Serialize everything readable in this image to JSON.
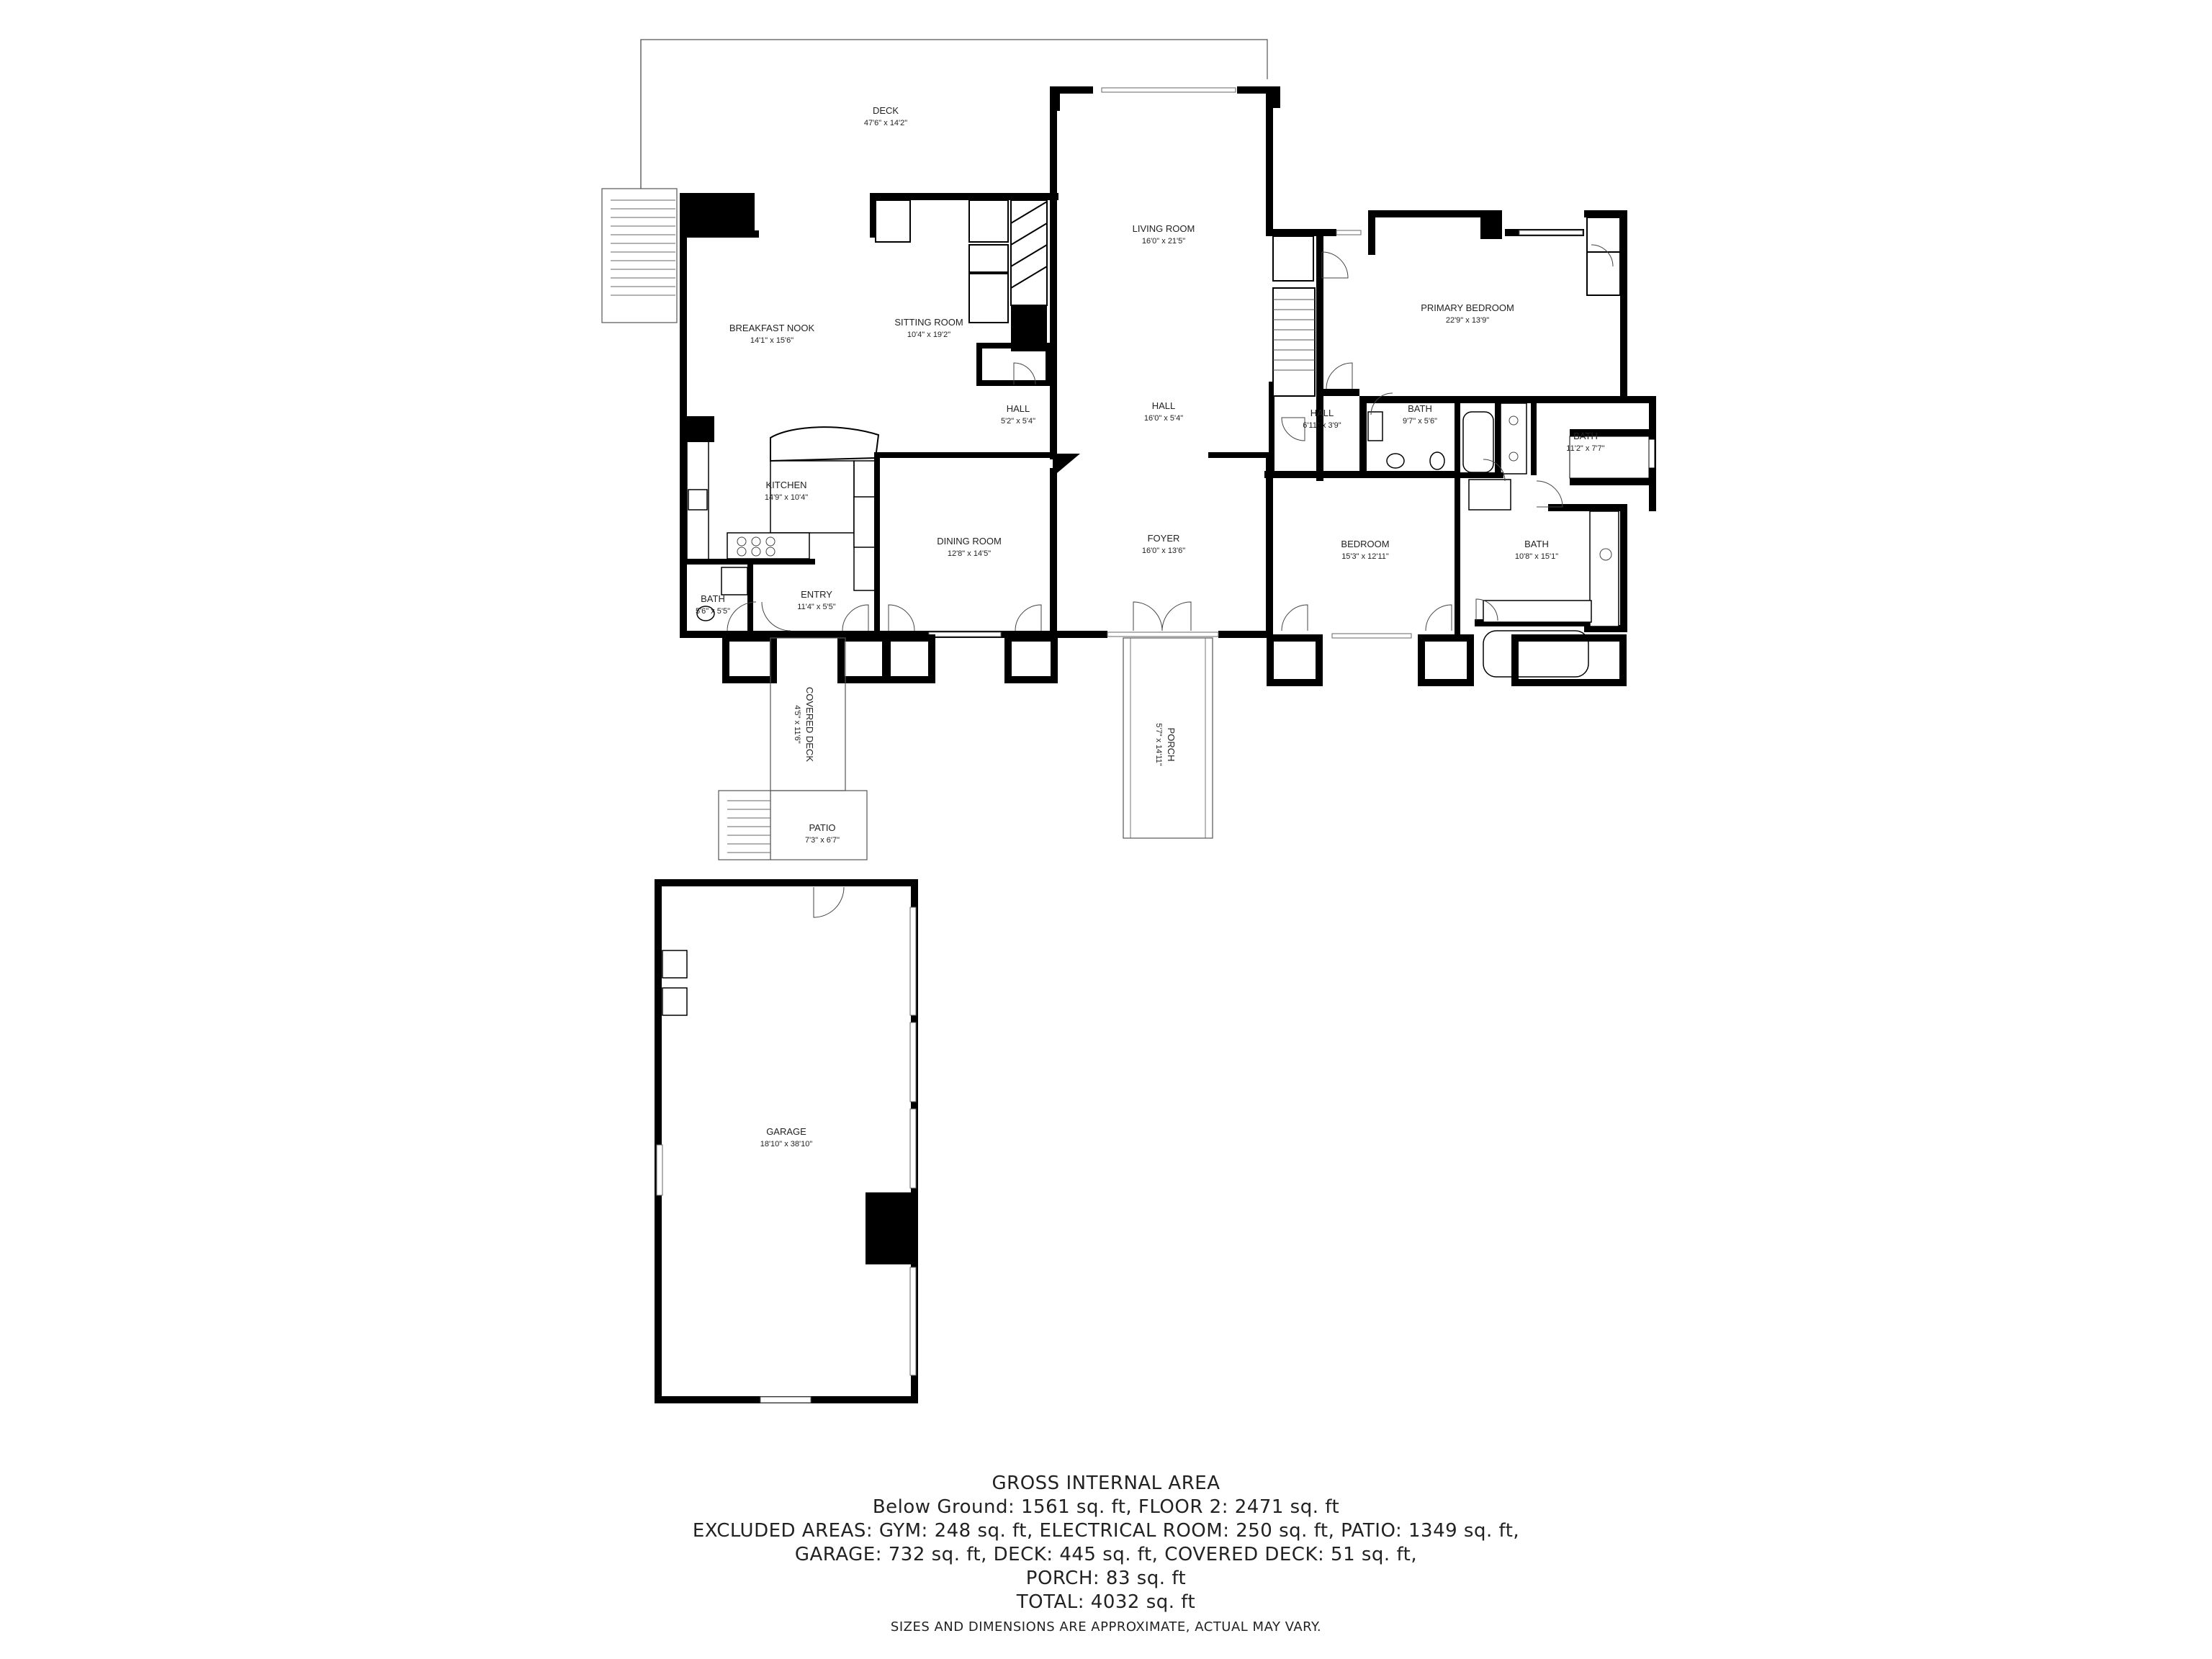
{
  "rooms": [
    {
      "id": "deck",
      "name": "DECK",
      "dim": "47'6\" x 14'2\""
    },
    {
      "id": "living",
      "name": "LIVING ROOM",
      "dim": "16'0\" x 21'5\""
    },
    {
      "id": "primary-bed",
      "name": "PRIMARY BEDROOM",
      "dim": "22'9\" x 13'9\""
    },
    {
      "id": "nook",
      "name": "BREAKFAST NOOK",
      "dim": "14'1\" x 15'6\""
    },
    {
      "id": "sitting",
      "name": "SITTING ROOM",
      "dim": "10'4\" x 19'2\""
    },
    {
      "id": "hall-a",
      "name": "HALL",
      "dim": "5'2\" x 5'4\""
    },
    {
      "id": "hall-b",
      "name": "HALL",
      "dim": "16'0\" x 5'4\""
    },
    {
      "id": "hall-c",
      "name": "HALL",
      "dim": "6'11\" x 3'9\""
    },
    {
      "id": "bath-a",
      "name": "BATH",
      "dim": "9'7\" x 5'6\""
    },
    {
      "id": "bath-b",
      "name": "BATH",
      "dim": "11'2\" x 7'7\""
    },
    {
      "id": "kitchen",
      "name": "KITCHEN",
      "dim": "14'9\" x 10'4\""
    },
    {
      "id": "dining",
      "name": "DINING ROOM",
      "dim": "12'8\" x 14'5\""
    },
    {
      "id": "foyer",
      "name": "FOYER",
      "dim": "16'0\" x 13'6\""
    },
    {
      "id": "bedroom",
      "name": "BEDROOM",
      "dim": "15'3\" x 12'11\""
    },
    {
      "id": "bath-c",
      "name": "BATH",
      "dim": "10'8\" x 15'1\""
    },
    {
      "id": "bath-d",
      "name": "BATH",
      "dim": "5'6\" x 5'5\""
    },
    {
      "id": "entry",
      "name": "ENTRY",
      "dim": "11'4\" x 5'5\""
    },
    {
      "id": "covered-deck",
      "name": "COVERED DECK",
      "dim": "4'5\" x 11'6\""
    },
    {
      "id": "porch",
      "name": "PORCH",
      "dim": "5'7\" x 14'11\""
    },
    {
      "id": "patio",
      "name": "PATIO",
      "dim": "7'3\" x 6'7\""
    },
    {
      "id": "garage",
      "name": "GARAGE",
      "dim": "18'10\" x 38'10\""
    }
  ],
  "footer": {
    "title": "GROSS INTERNAL AREA",
    "line1": "Below Ground: 1561 sq. ft, FLOOR 2: 2471 sq. ft",
    "line2": "EXCLUDED AREAS: GYM: 248 sq. ft, ELECTRICAL ROOM: 250 sq. ft, PATIO: 1349 sq. ft,",
    "line3": "GARAGE: 732 sq. ft, DECK: 445 sq. ft, COVERED DECK: 51 sq. ft,",
    "line4": "PORCH: 83 sq. ft",
    "total": "TOTAL: 4032 sq. ft",
    "note": "SIZES AND DIMENSIONS ARE APPROXIMATE, ACTUAL MAY VARY."
  }
}
